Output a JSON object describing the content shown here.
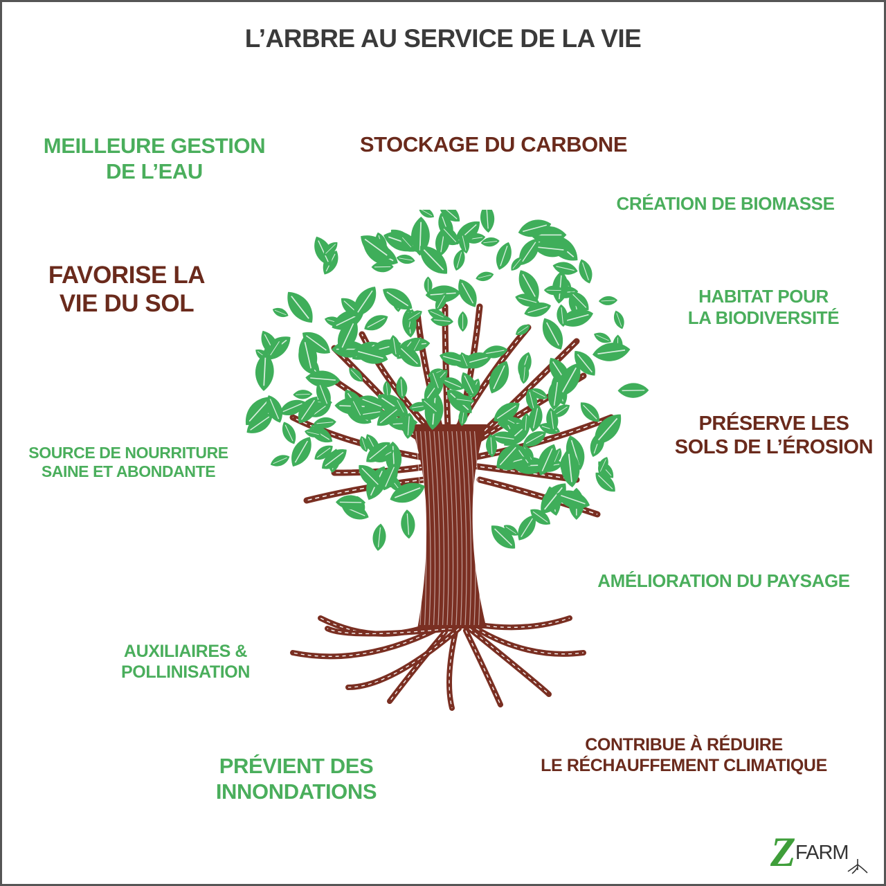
{
  "title": "L’ARBRE AU SERVICE DE LA VIE",
  "colors": {
    "green": "#4aae5c",
    "brown": "#6a2a1c",
    "leaf": "#3fae5a",
    "trunk": "#7a2f22"
  },
  "labels": {
    "eau": [
      "MEILLEURE GESTION",
      "DE L’EAU"
    ],
    "carbone": [
      "STOCKAGE DU CARBONE"
    ],
    "biomasse": [
      "CRÉATION DE BIOMASSE"
    ],
    "vie_sol": [
      "FAVORISE LA",
      "VIE DU SOL"
    ],
    "habitat": [
      "HABITAT POUR",
      "LA  BIODIVERSITÉ"
    ],
    "erosion": [
      "PRÉSERVE LES",
      "SOLS DE L’ÉROSION"
    ],
    "nourriture": [
      "SOURCE DE NOURRITURE",
      "SAINE ET ABONDANTE"
    ],
    "paysage": [
      "AMÉLIORATION DU PAYSAGE"
    ],
    "auxiliaires": [
      "AUXILIAIRES &",
      "POLLINISATION"
    ],
    "inondations": [
      "PRÉVIENT DES",
      "INNONDATIONS"
    ],
    "climat": [
      "CONTRIBUE À RÉDUIRE",
      "LE RÉCHAUFFEMENT CLIMATIQUE"
    ]
  },
  "logo": {
    "text": "FARM",
    "mark": "Z"
  }
}
